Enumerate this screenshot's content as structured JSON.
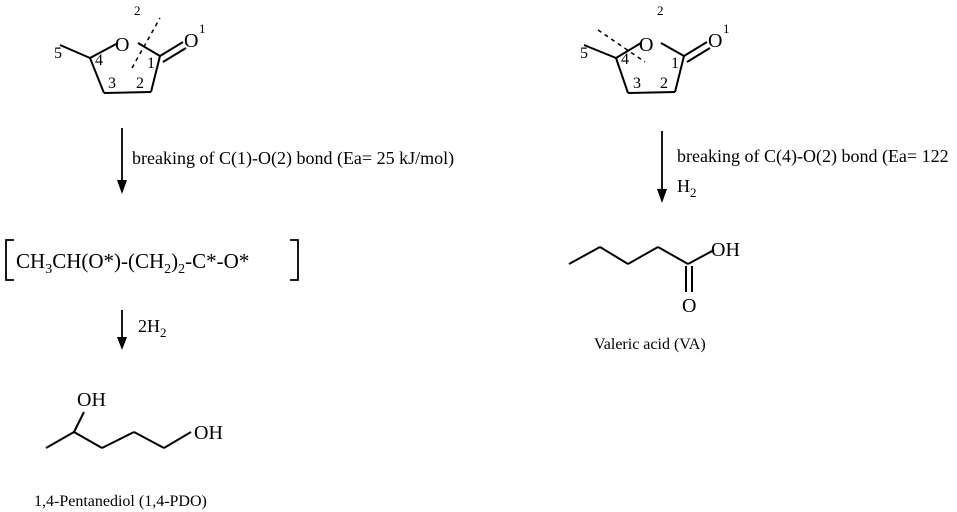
{
  "left_reactant": {
    "atom_o_ring": "O",
    "atom_o_ring_sup": "2",
    "atom_o_carbonyl": "O",
    "atom_o_carbonyl_sup": "1",
    "num_1": "1",
    "num_2": "2",
    "num_3": "3",
    "num_4": "4",
    "num_5": "5"
  },
  "right_reactant": {
    "atom_o_ring": "O",
    "atom_o_ring_sup": "2",
    "atom_o_carbonyl": "O",
    "atom_o_carbonyl_sup": "1",
    "num_1": "1",
    "num_2": "2",
    "num_3": "3",
    "num_4": "4",
    "num_5": "5"
  },
  "left_pathway": {
    "step1_label": "breaking of C(1)-O(2) bond (Ea= 25 kJ/mol)",
    "intermediate": {
      "p1": "CH",
      "p1_sub": "3",
      "p2": "CH(O*)-(CH",
      "p2_sub": "2",
      "p3": ")",
      "p3_sub": "2",
      "p4": "-C*-O*"
    },
    "step2_label": "2H",
    "step2_sub": "2",
    "product_oh_top": "OH",
    "product_oh_right": "OH",
    "product_name": "1,4-Pentanediol (1,4-PDO)"
  },
  "right_pathway": {
    "step1_label": "breaking of C(4)-O(2) bond (Ea= 122",
    "step1_reagent": "H",
    "step1_reagent_sub": "2",
    "product_oh": "OH",
    "product_o": "O",
    "product_name": "Valeric acid (VA)"
  }
}
